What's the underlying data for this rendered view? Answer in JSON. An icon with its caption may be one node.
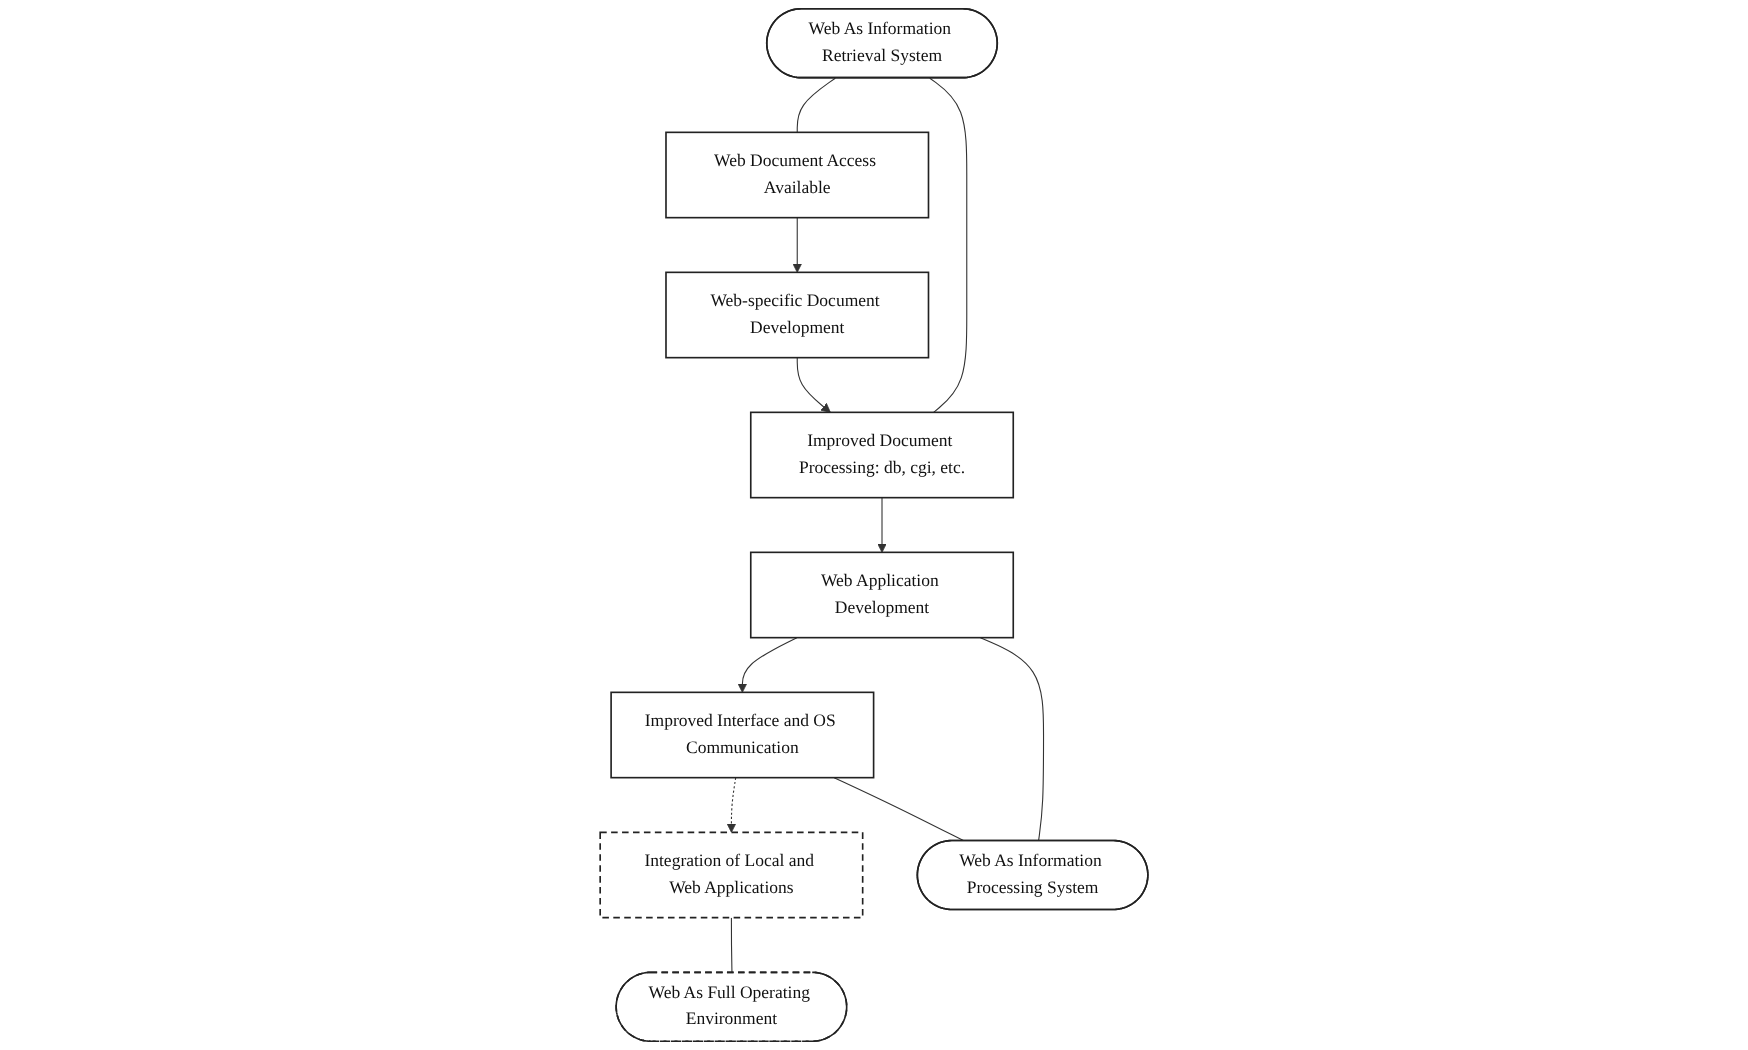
{
  "diagram": {
    "nodes": [
      {
        "text": [
          "Web As Information Retrieval System"
        ]
      },
      {
        "text": [
          "Web Document Access Available"
        ]
      },
      {
        "text": [
          "Web-specific Document Development"
        ]
      },
      {
        "text": [
          "Improved Document Processing: db, cgi, etc."
        ]
      },
      {
        "text": [
          "Web Application Development"
        ]
      },
      {
        "text": [
          "Improved Interface and OS Communication"
        ]
      },
      {
        "text": [
          "Integration of Local and Web Applications"
        ]
      },
      {
        "text": [
          "Web As Information Processing System"
        ]
      },
      {
        "text": [
          "Web As Full Operating Environment"
        ]
      }
    ],
    "edges": [
      {
        "from": 0,
        "to": 1,
        "arrow": "none"
      },
      {
        "from": 0,
        "to": 3,
        "arrow": "none"
      },
      {
        "from": 1,
        "to": 2,
        "arrow": "to"
      },
      {
        "from": 2,
        "to": 3,
        "arrow": "to"
      },
      {
        "from": 3,
        "to": 4,
        "arrow": "to"
      },
      {
        "from": 4,
        "to": 5,
        "arrow": "to"
      },
      {
        "from": 5,
        "to": 6,
        "arrow": "to",
        "style": "dashed"
      },
      {
        "from": 4,
        "to": 7,
        "arrow": "none"
      },
      {
        "from": 5,
        "to": 7,
        "arrow": "none"
      },
      {
        "from": 6,
        "to": 8,
        "arrow": "none"
      }
    ]
  }
}
